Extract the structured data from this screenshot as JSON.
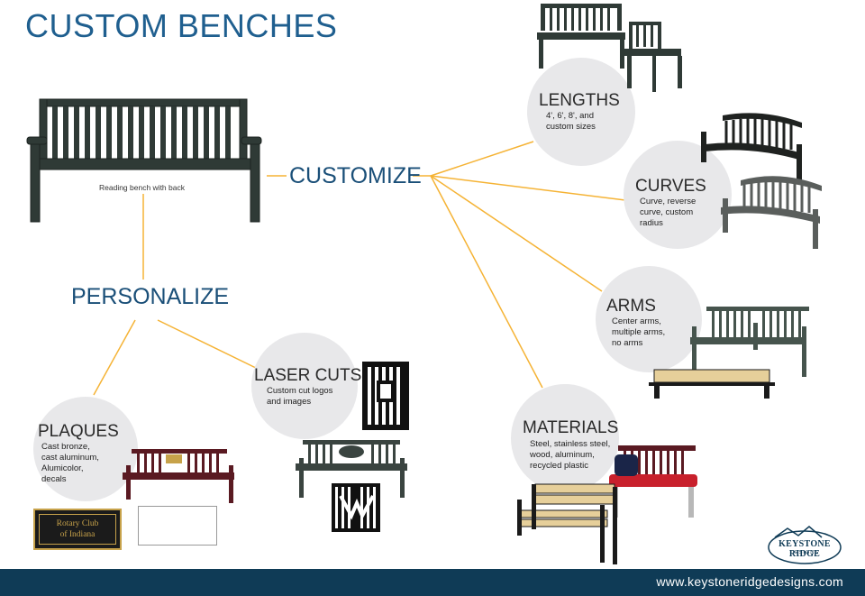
{
  "title": "CUSTOM BENCHES",
  "hero": {
    "caption": "Reading bench with back"
  },
  "hubs": {
    "customize": "CUSTOMIZE",
    "personalize": "PERSONALIZE"
  },
  "categories": {
    "lengths": {
      "title": "LENGTHS",
      "desc": "4', 6', 8', and\ncustom sizes"
    },
    "curves": {
      "title": "CURVES",
      "desc": "Curve, reverse\ncurve, custom\nradius"
    },
    "arms": {
      "title": "ARMS",
      "desc": "Center arms,\nmultiple arms,\nno arms"
    },
    "materials": {
      "title": "MATERIALS",
      "desc": "Steel, stainless steel,\nwood, aluminum,\nrecycled plastic"
    },
    "laser_cuts": {
      "title": "LASER CUTS",
      "desc": "Custom cut logos\nand images"
    },
    "plaques": {
      "title": "PLAQUES",
      "desc": "Cast bronze,\ncast aluminum,\nAlumicolor,\ndecals"
    }
  },
  "plaque_text": "Rotary Club\nof Indiana",
  "logo": {
    "name": "KEYSTONE RIDGE",
    "sub": "DESIGNS"
  },
  "footer": {
    "url": "www.keystoneridgedesigns.com"
  },
  "colors": {
    "title_blue": "#1f5f8f",
    "connector_orange": "#f5b335",
    "footer_navy": "#0f3b56",
    "circle_gray": "#e8e8ea",
    "bench_dark_green": "#2f3a36",
    "plaque_bench_maroon": "#5a1a22",
    "cushion_red": "#c8202c",
    "wood_tan": "#e6cf9a"
  }
}
